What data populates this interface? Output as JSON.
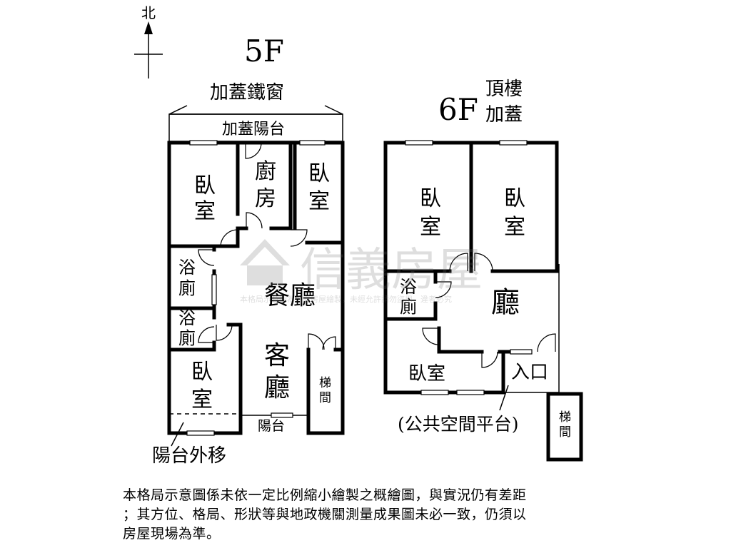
{
  "compass": {
    "north": "北"
  },
  "floor5": {
    "title": "5F",
    "top_note": "加蓋鐵窗",
    "balcony_top": "加蓋陽台",
    "rooms": {
      "bedroom_nw_1": "臥",
      "bedroom_nw_2": "室",
      "kitchen_1": "廚",
      "kitchen_2": "房",
      "bedroom_ne_1": "臥",
      "bedroom_ne_2": "室",
      "bath1_1": "浴",
      "bath1_2": "廁",
      "bath2_1": "浴",
      "bath2_2": "廁",
      "dining": "餐廳",
      "living_1": "客",
      "living_2": "廳",
      "bedroom_sw_1": "臥",
      "bedroom_sw_2": "室",
      "stairs_1": "梯",
      "stairs_2": "間",
      "balcony_bottom": "陽台"
    },
    "note_bottom": "陽台外移"
  },
  "floor6": {
    "title": "6F",
    "note_1": "頂樓",
    "note_2": "加蓋",
    "rooms": {
      "bedroom_w_1": "臥",
      "bedroom_w_2": "室",
      "bedroom_e_1": "臥",
      "bedroom_e_2": "室",
      "bath_1": "浴",
      "bath_2": "廁",
      "hall": "廳",
      "bedroom_s": "臥室",
      "entrance": "入口",
      "stairs_1": "梯",
      "stairs_2": "間"
    },
    "public_platform": "(公共空間平台)"
  },
  "watermark": {
    "brand": "信義房屋",
    "text": "本格局示意圖為信義房屋繪製，未經允許請勿盜用，違者必究"
  },
  "disclaimer": "本格局示意圖係未依一定比例縮小繪製之概繪圖，與實況仍有差距\n；其方位、格局、形狀等與地政機關測量成果圖未必一致，仍須以\n房屋現場為準。"
}
